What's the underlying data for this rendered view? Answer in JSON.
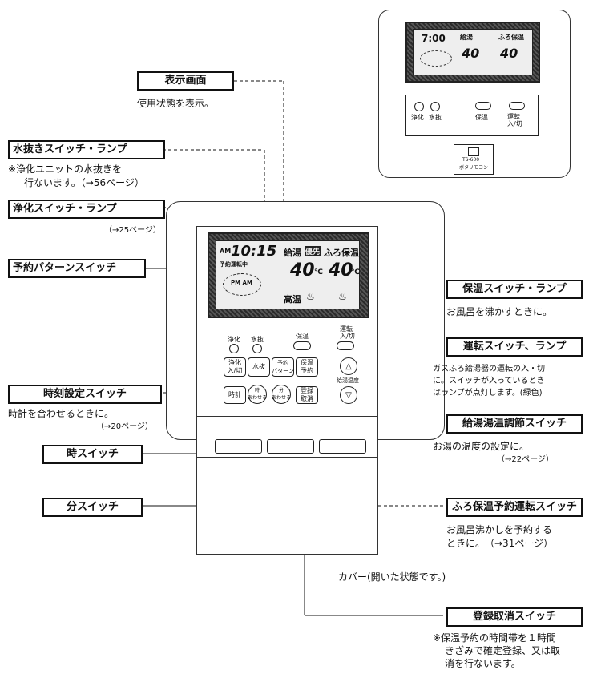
{
  "labels": {
    "display_screen": {
      "title": "表示画面",
      "desc": [
        "使用状態を表示。"
      ]
    },
    "drain_switch": {
      "title": "水抜きスイッチ・ランプ",
      "desc": [
        "※浄化ユニットの水抜きを",
        "行ないます。（→56ページ）"
      ]
    },
    "purify_switch": {
      "title": "浄化スイッチ・ランプ",
      "desc": [
        "（→25ページ）"
      ]
    },
    "reserve_pattern_switch": {
      "title": "予約パターンスイッチ",
      "desc": []
    },
    "clock_set_switch": {
      "title": "時刻設定スイッチ",
      "desc": [
        "時計を合わせるときに。",
        "（→20ページ）"
      ]
    },
    "hour_switch": {
      "title": "時スイッチ",
      "desc": []
    },
    "minute_switch": {
      "title": "分スイッチ",
      "desc": []
    },
    "keep_warm_switch": {
      "title": "保温スイッチ・ランプ",
      "desc": [
        "お風呂を沸かすときに。"
      ]
    },
    "run_switch": {
      "title": "運転スイッチ、ランプ",
      "desc": [
        "ガスふろ給湯器の運転の入・切",
        "に。スイッチが入っているとき",
        "はランプが点灯します。(緑色)"
      ]
    },
    "temp_adjust_switch": {
      "title": "給湯湯温調節スイッチ",
      "desc": [
        "お湯の温度の設定に。",
        "（→22ページ）"
      ]
    },
    "bath_reserve_switch": {
      "title": "ふろ保温予約運転スイッチ",
      "desc": [
        "お風呂沸かしを予約する",
        "ときに。　（→31ページ）"
      ]
    },
    "cover_note": "カバー(開いた状態です。)",
    "register_cancel_switch": {
      "title": "登録取消スイッチ",
      "desc": [
        "※保温予約の時間帯を１時間",
        "きざみで確定登録、又は取",
        "消を行ないます。"
      ]
    }
  },
  "remote": {
    "lcd": {
      "ampm": "AM",
      "time": "10:15",
      "reserve_label": "予約運転中",
      "pattern_text": "PM AM",
      "supply_label": "給湯",
      "badge": "優先",
      "bath_label": "ふろ保温",
      "supply_temp": "40",
      "bath_temp": "40",
      "unit": "℃",
      "mode": "高温"
    },
    "buttons": {
      "purify_lamp": "浄化",
      "drain_lamp": "水抜",
      "keep_warm_lamp": "保温",
      "run_lamp": "運転\n入/切",
      "purify_btn": "浄化\n入/切",
      "drain_btn": "水抜",
      "pattern_btn": "予約\nパターン",
      "keep_warm_reserve_btn": "保温\n予約",
      "clock_btn": "時計",
      "hour_btn": "時\nあわせる",
      "minute_btn": "分\nあわせる",
      "register_btn": "登録\n取消",
      "temp_label": "給湯温度"
    }
  },
  "thumbnail": {
    "time": "7:00",
    "supply_label": "給湯",
    "bath_label": "ふろ保温",
    "supply_temp": "40",
    "bath_temp": "40",
    "buttons": [
      "浄化",
      "水抜",
      "保温",
      "運転\n入/切"
    ],
    "logo_text": [
      "TS-600",
      "ボタリモコン"
    ]
  }
}
